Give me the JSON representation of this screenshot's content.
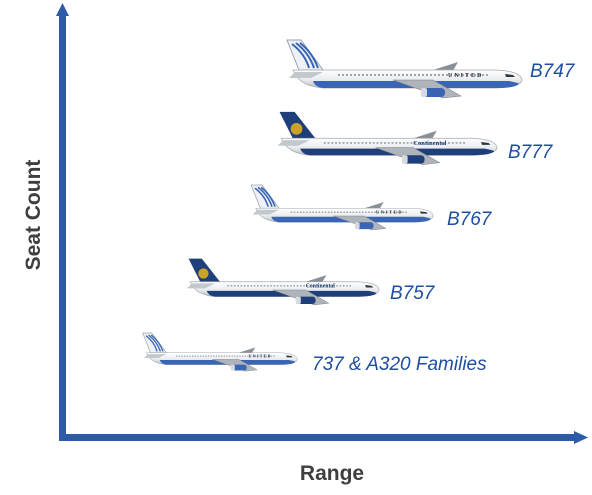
{
  "axes": {
    "y_label": "Seat Count",
    "x_label": "Range",
    "color": "#2e5ba7"
  },
  "aircraft": [
    {
      "label": "B747",
      "livery": "UNITED",
      "tail": "united"
    },
    {
      "label": "B777",
      "livery": "Continental",
      "tail": "continental"
    },
    {
      "label": "B767",
      "livery": "UNITED",
      "tail": "united"
    },
    {
      "label": "B757",
      "livery": "Continental",
      "tail": "continental"
    },
    {
      "label": "737 & A320 Families",
      "livery": "UNITED",
      "tail": "united"
    }
  ],
  "colors": {
    "label_blue": "#1e4ea1",
    "united_blue": "#3a64b4",
    "continental_gold": "#c9a227",
    "continental_blue": "#1f3f7a",
    "fuselage": "#f2f2f2"
  }
}
